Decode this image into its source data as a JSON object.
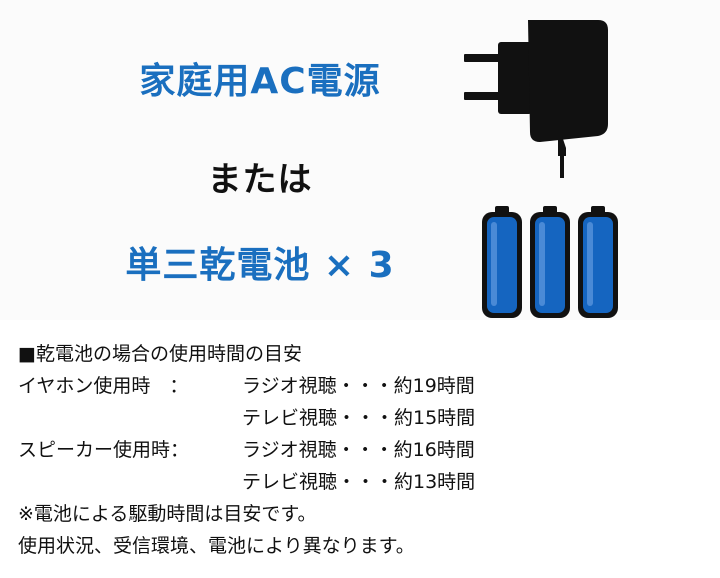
{
  "headline": {
    "ac_power": "家庭用AC電源",
    "or": "または",
    "batteries": "単三乾電池 × 3"
  },
  "colors": {
    "accent_blue": "#1a6fbf",
    "battery_blue": "#1565c0",
    "text": "#111111"
  },
  "icons": [
    "ac-adapter-icon",
    "aa-battery-icon"
  ],
  "battery_count": 3,
  "info": {
    "heading": "■乾電池の場合の使用時間の目安",
    "rows": [
      {
        "label": "イヤホン使用時　：",
        "value": "ラジオ視聴・・・約19時間"
      },
      {
        "label": "",
        "value": "テレビ視聴・・・約15時間"
      },
      {
        "label": "スピーカー使用時：",
        "value": "ラジオ視聴・・・約16時間"
      },
      {
        "label": "",
        "value": "テレビ視聴・・・約13時間"
      }
    ],
    "note1": "※電池による駆動時間は目安です。",
    "note2": "使用状況、受信環境、電池により異なります。"
  }
}
